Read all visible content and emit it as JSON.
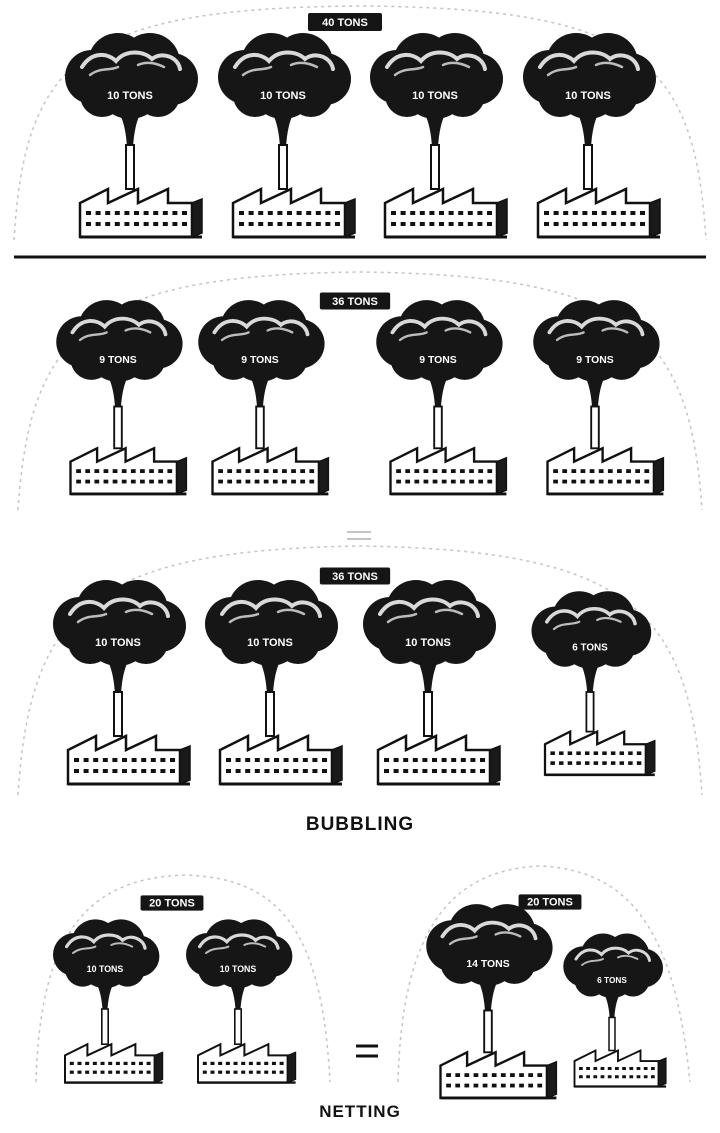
{
  "sections": [
    {
      "id": "s1",
      "total_label": "40 TONS",
      "plants": [
        {
          "label": "10 TONS"
        },
        {
          "label": "10 TONS"
        },
        {
          "label": "10 TONS"
        },
        {
          "label": "10 TONS"
        }
      ]
    },
    {
      "id": "s2",
      "total_label": "36 TONS",
      "plants": [
        {
          "label": "9 TONS"
        },
        {
          "label": "9 TONS"
        },
        {
          "label": "9 TONS"
        },
        {
          "label": "9 TONS"
        }
      ]
    },
    {
      "id": "s3",
      "total_label": "36 TONS",
      "plants": [
        {
          "label": "10 TONS"
        },
        {
          "label": "10 TONS"
        },
        {
          "label": "10 TONS"
        },
        {
          "label": "6 TONS"
        }
      ]
    },
    {
      "id": "s4",
      "total_label": "20 TONS",
      "plants": [
        {
          "label": "10 TONS"
        },
        {
          "label": "10 TONS"
        }
      ]
    },
    {
      "id": "s5",
      "total_label": "20 TONS",
      "plants": [
        {
          "label": "14 TONS"
        },
        {
          "label": "6 TONS"
        }
      ]
    }
  ],
  "captions": {
    "bubbling": "BUBBLING",
    "netting": "NETTING"
  },
  "equals_sign": "="
}
